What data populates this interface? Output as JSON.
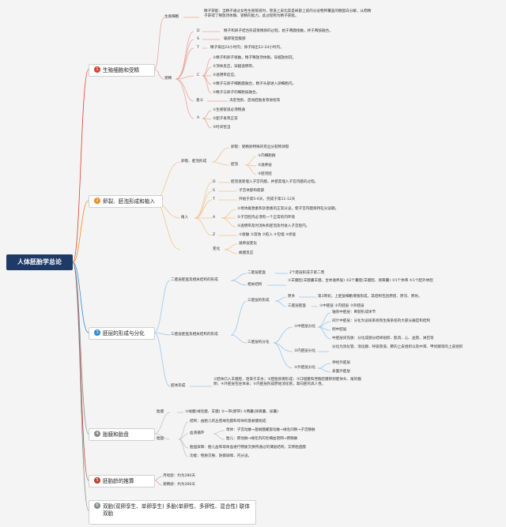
{
  "root": "人体胚胎学总论",
  "sections": [
    {
      "num": "1",
      "label": "生殖细胞和受精",
      "color": "#e03b2a"
    },
    {
      "num": "2",
      "label": "卵裂、胚泡形成和植入",
      "color": "#f08a1c"
    },
    {
      "num": "3",
      "label": "胚层的形成与分化",
      "color": "#2a8ad4"
    },
    {
      "num": "4",
      "label": "胎膜和胎盘",
      "color": "#8a8a8a"
    },
    {
      "num": "5",
      "label": "胚胎龄的推算",
      "color": "#c0392b"
    },
    {
      "num": "6",
      "label": "双胎(双卵孪生、单卵孪生) 多胎(单卵性、多卵性、混合性) 联体双胎",
      "color": "#7f8c8d"
    }
  ],
  "s1": {
    "shengzhi": "生殖细胞",
    "shengzhi_text": "精子获能：当精子通过女性生殖管道时，管道上皮北其是峡部上皮的分泌物所覆盖的糖蛋白分解，从而精子获得了释放顶体酶、受精的能力，此过程称为精子获能。",
    "shoujing": "受精",
    "d": "D",
    "s": "S",
    "t": "T",
    "c": "C",
    "dt": "精子和卵子结合形成受精卵的过程，始于两膜接触，终于两核融合。",
    "st": "输卵管壶腹部",
    "tt": "精子排出24小时内；卵子排出12-24小时内。",
    "c_items": [
      "①精子和卵子接触，精子释放顶体酶，穿越放射冠。",
      "②顶体反应，穿越透明带。",
      "③透明带反应。",
      "④精子与卵子细胞膜融合，精子头部进入卵细胞内。",
      "⑤精子与卵子的细胞核融合。"
    ],
    "yiyi": "意义",
    "yiyi_text": "决定性别、启动胚胎发育进程等",
    "a": "A",
    "a_items": [
      "①生殖管道必须畅通",
      "②配子发育正常",
      "③时间恰当"
    ]
  },
  "s2": {
    "luanlie": "卵裂、胚泡形成",
    "luanlie_text": "卵裂：受精卵特殊的有丝分裂称卵裂",
    "peipao": "胚泡",
    "peipao_items": [
      "①内细胞群",
      "②滋养层",
      "③胚泡腔"
    ],
    "zhiru": "植入",
    "d": "D",
    "s": "S",
    "t": "T",
    "a": "A",
    "z": "Z",
    "dt": "胚泡逐渐埋入子宫内膜，并使其埋入子宫内膜的过程。",
    "st": "子宫体部和底部",
    "tt": "开始于第5-6天，完成于第11-12天",
    "a_items": [
      "①母体雌激素和孕激素的正常分泌，使子宫内膜保持在分泌期。",
      "②子宫腔内必须有一个正常的内环境",
      "③透明带及时消失和胚泡及时进入子宫腔内。"
    ],
    "z_text": "①接触 ②溶蚀 ③陷入 ④包埋 ⑤修复",
    "bianhua": "变化",
    "bianhua_items": [
      "滋养层变化",
      "蜕膜反应"
    ]
  },
  "s3": {
    "erceng": "二胚层胚盘及相关结构的形成",
    "erceng_a": "二胚层胚盘",
    "erceng_a_text": "2个胚层形成于第二周",
    "erceng_b": "相关结构",
    "erceng_b_text": "①羊膜腔(羊膜囊羊膜，合体滋养层) ②2个囊腔(羊膜腔、卵黄囊) ③1个体蒂 ④1个胚外体腔",
    "sanceng": "三胚层胚盘及相关结构的形成",
    "sanceng_form": "三胚层的形成",
    "yuanhen": "原条",
    "yuanhen_text": "第3周初，上胚层细胞增殖形成，其结构包括原结、原沟、原坑。",
    "sanceng_pan": "三胚层胚盘",
    "sanceng_pan_text": "①中胚层 ②内胚层 ③外胚层",
    "fenhua": "三胚层的分化",
    "zhong": "①中胚层分化",
    "zhong_items": [
      "轴旁中胚层：断裂形成体节",
      "间介中胚层：分化为泌尿系统和生殖系统的大部分器官和结构",
      "侧中胚层",
      "中胚层间充质：分化成部分结缔组织、肌肉、心、血管、淋巴等"
    ],
    "nei": "②内胚层分化",
    "nei_text": "分化为消化管、消化腺、呼吸管道、肺的上皮组织以及中耳、甲状腺等的上皮组织",
    "wai": "③外胚层分化",
    "wai_items": [
      "神经外胚层",
      "表面外胚层"
    ],
    "peiti": "胚体形成",
    "peiti_text": "①胚体凸入羊膜腔，逐渐于羊水；②胚胎卵黄形成；③口咽膜和泄殖腔膜移到胚体头、尾的腹侧；④外胚层包住体表；⑤内胚层形成原始消化管，渐向胚的具人性。"
  },
  "s4": {
    "taimo": "胎膜",
    "taimo_text": "①绒膜(绒毛膜、羊膜) ②一带(脐带) ③两囊(卵黄囊、尿囊)",
    "taipan": "胎盘",
    "jiegou": "结构：由胎儿的丛密绒毛膜和母体的基蜕膜组成",
    "xueye": "血液循环",
    "mu": "母体：子宫动脉→基蜕膜螺旋动脉→绒毛间隙→子宫静脉",
    "tai": "胎儿：脐动脉→绒毛内的毛细血管网→脐静脉",
    "pingzhang": "胎盘屏障：胎儿血和母体血进行物质交换所通过的薄层结构，又称胎盘膜",
    "gongneng": "功能：物质交换、防御屏障、内分泌。"
  },
  "s5": {
    "yuejing": "月经龄：约为280天",
    "shoujing": "受精龄：约为266天"
  }
}
